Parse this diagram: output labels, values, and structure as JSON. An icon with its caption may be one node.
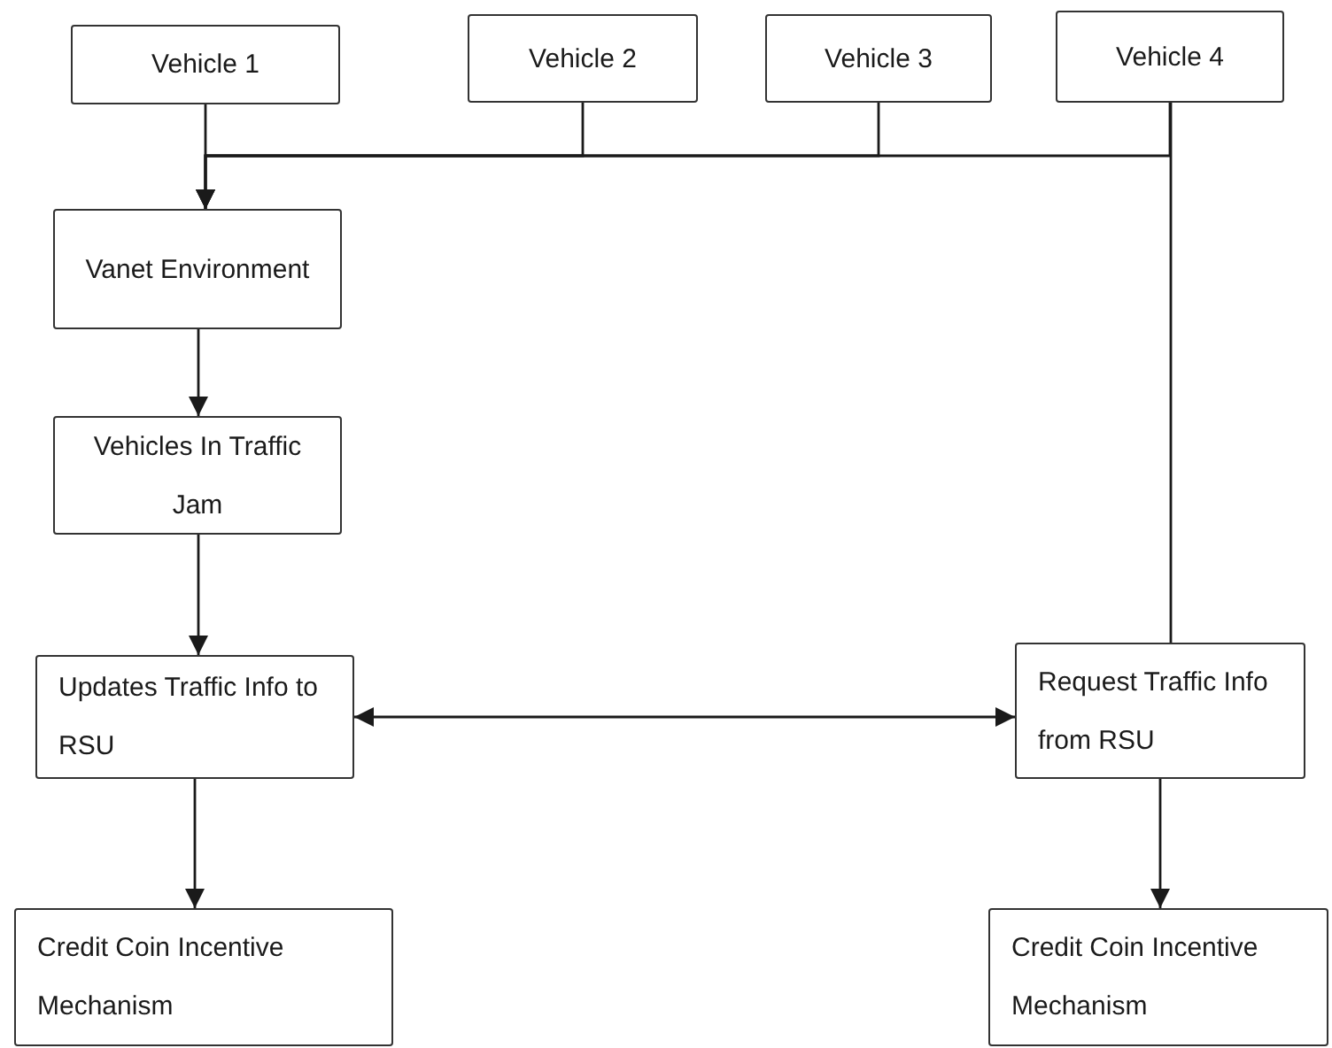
{
  "diagram": {
    "nodes": [
      {
        "text": [
          "Vehicle 1"
        ]
      },
      {
        "text": [
          "Vehicle 2"
        ]
      },
      {
        "text": [
          "Vehicle 3"
        ]
      },
      {
        "text": [
          "Vehicle 4"
        ]
      },
      {
        "text": [
          "Vanet Environment"
        ]
      },
      {
        "text": [
          "Vehicles In Traffic Jam"
        ]
      },
      {
        "text": [
          "Updates Traffic Info to RSU"
        ]
      },
      {
        "text": [
          "Request Traffic Info from RSU"
        ]
      },
      {
        "text": [
          "Credit Coin Incentive Mechanism"
        ]
      },
      {
        "text": [
          "Credit Coin Incentive Mechanism"
        ]
      }
    ],
    "edges": [
      {
        "from": 0,
        "to": 4,
        "arrow": "to"
      },
      {
        "from": 1,
        "to": 4,
        "arrow": "to"
      },
      {
        "from": 2,
        "to": 4,
        "arrow": "to"
      },
      {
        "from": 3,
        "to": 4,
        "arrow": "to"
      },
      {
        "from": 3,
        "to": 7,
        "arrow": "none"
      },
      {
        "from": 4,
        "to": 5,
        "arrow": "to"
      },
      {
        "from": 5,
        "to": 6,
        "arrow": "to"
      },
      {
        "from": 6,
        "to": 7,
        "arrow": "both"
      },
      {
        "from": 6,
        "to": 8,
        "arrow": "to"
      },
      {
        "from": 7,
        "to": 9,
        "arrow": "to"
      }
    ]
  }
}
